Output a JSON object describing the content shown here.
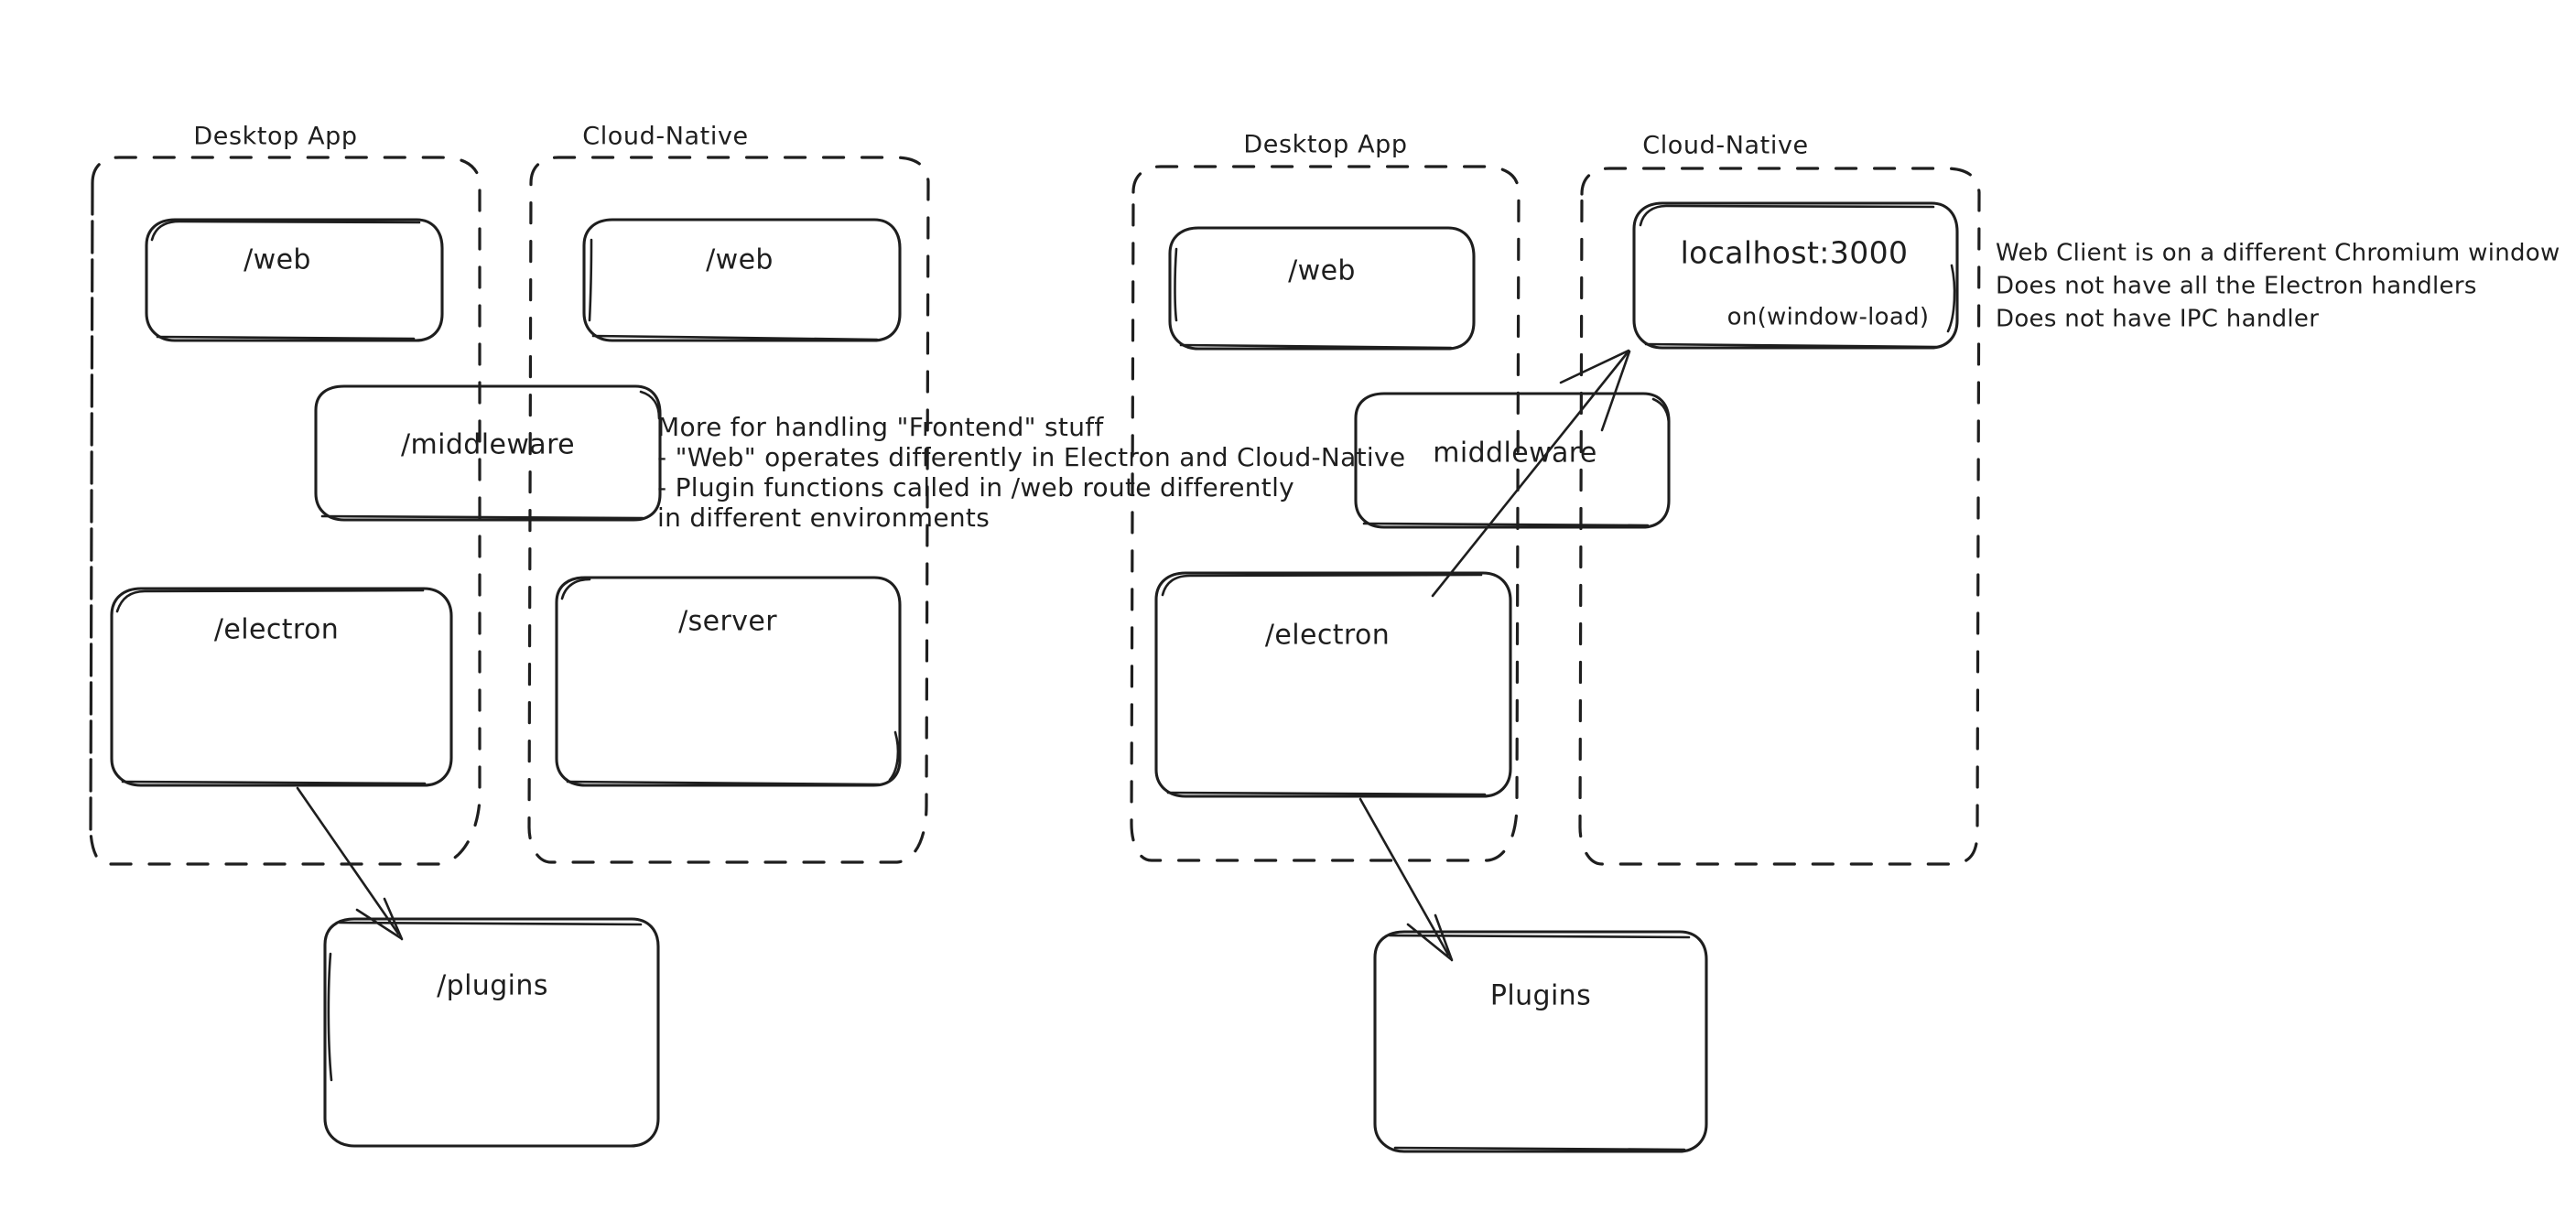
{
  "canvas": {
    "background": "#ffffff",
    "ink": "#1e1e1e",
    "accent_green": "#2f9e44",
    "accent_red": "#c9342e"
  },
  "left_diagram": {
    "containers": [
      {
        "id": "left-desktop-app",
        "label": "Desktop App"
      },
      {
        "id": "left-cloud-native",
        "label": "Cloud-Native"
      }
    ],
    "boxes": [
      {
        "id": "left-desktop-web",
        "label": "/web",
        "color": "#1e1e1e"
      },
      {
        "id": "left-cloud-web",
        "label": "/web",
        "color": "#1e1e1e"
      },
      {
        "id": "left-middleware",
        "label": "/middleware",
        "color": "#1e1e1e"
      },
      {
        "id": "left-desktop-electron",
        "label": "/electron",
        "color": "#1e1e1e"
      },
      {
        "id": "left-cloud-server",
        "label": "/server",
        "color": "#c9342e"
      },
      {
        "id": "left-plugins",
        "label": "/plugins",
        "color": "#1e1e1e"
      }
    ],
    "note_green": {
      "color": "#2f9e44",
      "lines": [
        "More for handling \"Frontend\" stuff",
        "- \"Web\" operates differently in Electron and Cloud-Native",
        "- Plugin functions called in /web route differently",
        "in different environments"
      ]
    },
    "arrows": [
      {
        "id": "left-electron-to-plugins",
        "from": "left-desktop-electron",
        "to": "left-plugins"
      }
    ]
  },
  "right_diagram": {
    "containers": [
      {
        "id": "right-desktop-app",
        "label": "Desktop App"
      },
      {
        "id": "right-cloud-native",
        "label": "Cloud-Native"
      }
    ],
    "boxes": [
      {
        "id": "right-desktop-web",
        "label": "/web",
        "color": "#1e1e1e"
      },
      {
        "id": "right-localhost",
        "label": "localhost:3000",
        "color": "#1e1e1e"
      },
      {
        "id": "right-localhost-sub",
        "label": "on(window-load)",
        "color": "#c9342e"
      },
      {
        "id": "right-middleware",
        "label": "middleware",
        "color": "#1e1e1e"
      },
      {
        "id": "right-desktop-electron",
        "label": "/electron",
        "color": "#1e1e1e"
      },
      {
        "id": "right-plugins",
        "label": "Plugins",
        "color": "#1e1e1e"
      }
    ],
    "note_red": {
      "color": "#c9342e",
      "lines": [
        "Web Client is on a different Chromium window",
        "Does not have all the Electron handlers",
        "Does not have IPC handler"
      ]
    },
    "arrows": [
      {
        "id": "right-electron-to-localhost",
        "from": "right-desktop-electron",
        "to": "right-localhost"
      },
      {
        "id": "right-electron-to-plugins",
        "from": "right-desktop-electron",
        "to": "right-plugins"
      }
    ]
  }
}
